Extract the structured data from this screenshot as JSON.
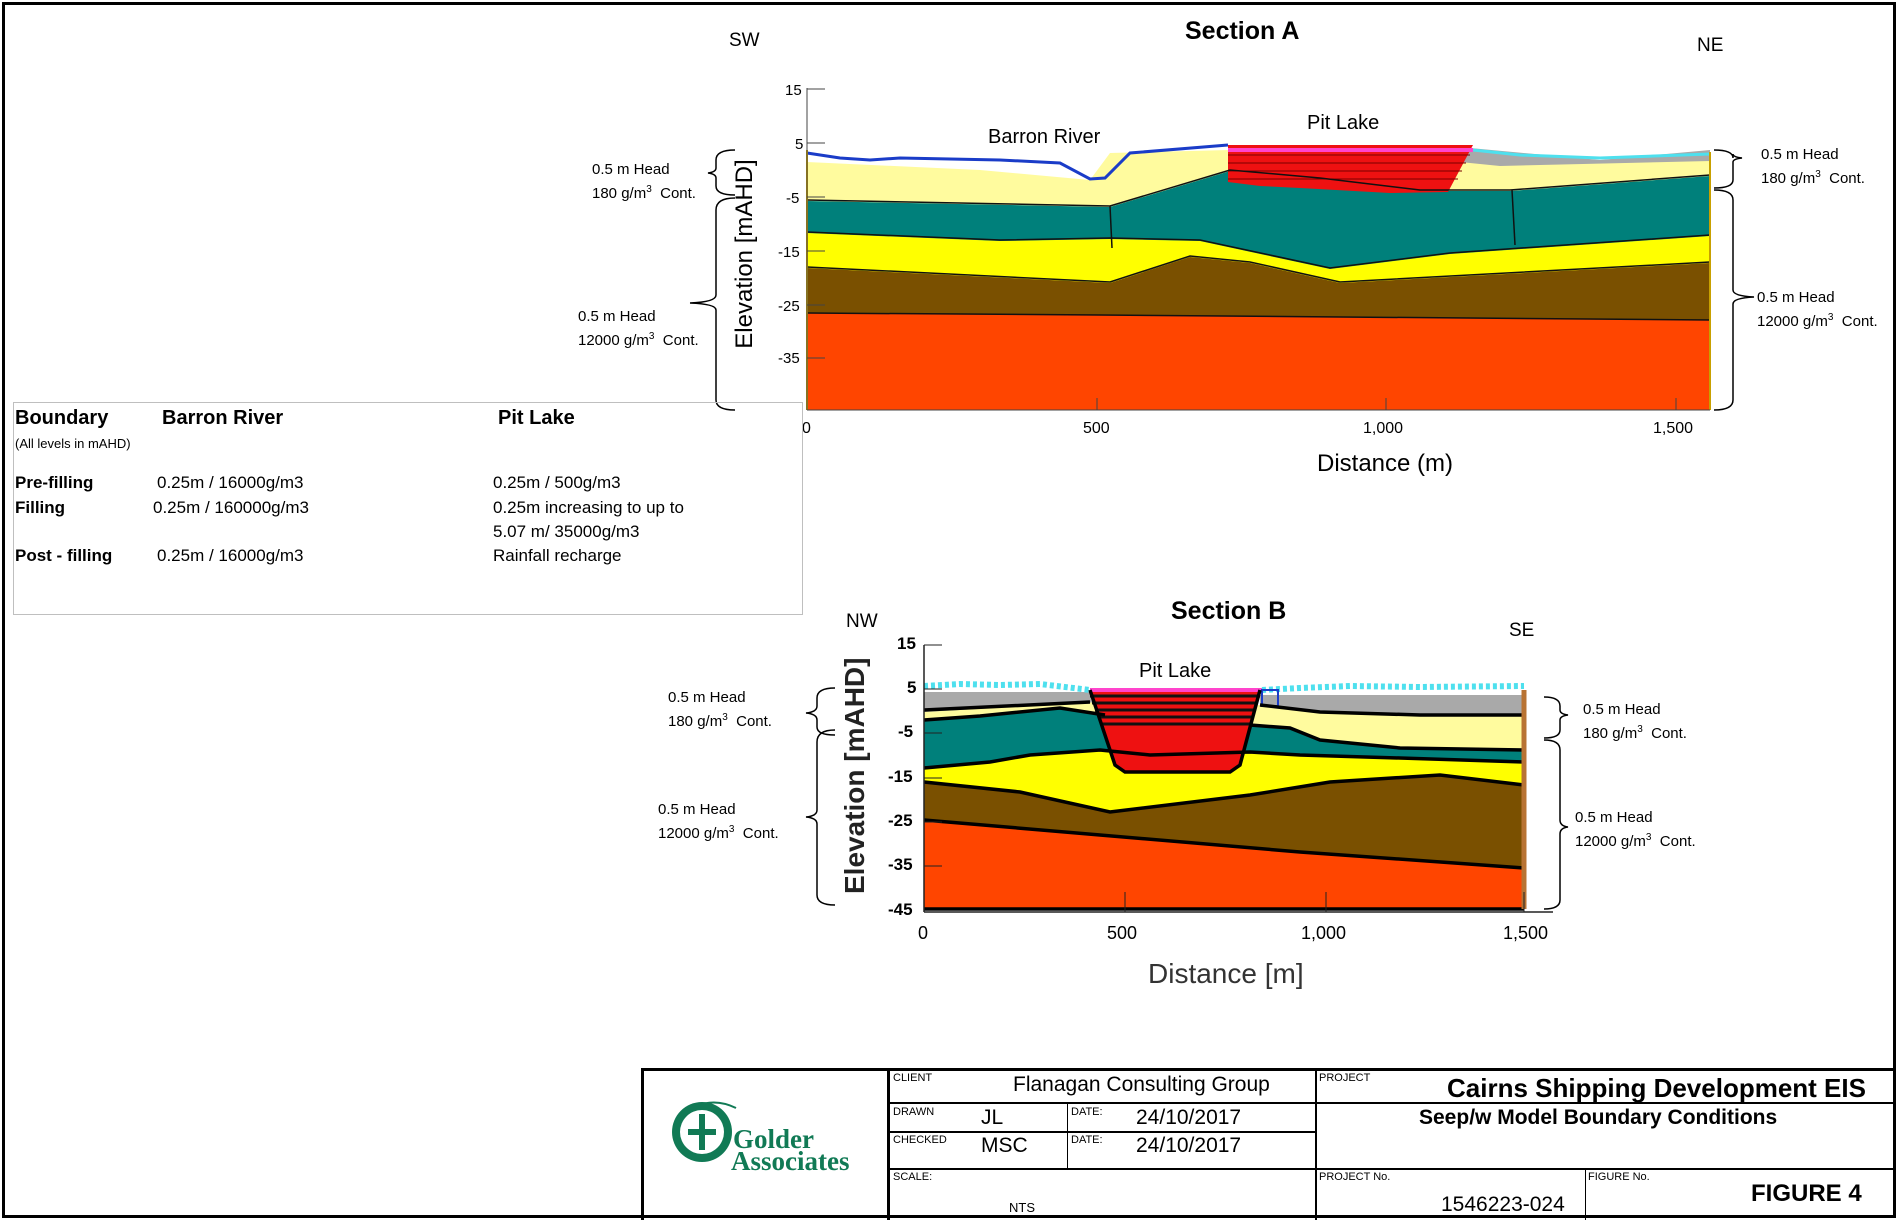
{
  "sections": [
    {
      "title": "Section A",
      "dir_left": "SW",
      "dir_right": "NE",
      "labels": [
        "Barron River",
        "Pit Lake"
      ],
      "ylabel": "Elevation [mAHD]",
      "xlabel": "Distance (m)",
      "yticks": [
        "15",
        "5",
        "-5",
        "-15",
        "-25",
        "-35"
      ],
      "xticks": [
        "0",
        "500",
        "1,000",
        "1,500"
      ],
      "ylim": [
        -45,
        15
      ],
      "xlim": [
        0,
        1560
      ]
    },
    {
      "title": "Section B",
      "dir_left": "NW",
      "dir_right": "SE",
      "labels": [
        "Pit Lake"
      ],
      "ylabel": "Elevation [mAHD]",
      "xlabel": "Distance [m]",
      "yticks": [
        "15",
        "5",
        "-5",
        "-15",
        "-25",
        "-35",
        "-45"
      ],
      "xticks": [
        "0",
        "500",
        "1,000",
        "1,500"
      ],
      "ylim": [
        -45,
        15
      ],
      "xlim": [
        0,
        1500
      ]
    }
  ],
  "bc_labels": {
    "shallow_head": "0.5 m Head",
    "shallow_conc": "180 g/m",
    "deep_head": "0.5 m Head",
    "deep_conc": "12000 g/m",
    "cube": "3",
    "cont": "Cont."
  },
  "table": {
    "col_boundary": "Boundary",
    "note": "(All levels in mAHD)",
    "col_barron": "Barron River",
    "col_pit": "Pit Lake",
    "rows": [
      {
        "label": "Pre-filling",
        "barron": "0.25m / 16000g/m3",
        "pit": "0.25m / 500g/m3"
      },
      {
        "label": "Filling",
        "barron": "0.25m / 160000g/m3",
        "pit": "0.25m increasing to up to",
        "pit2": "5.07 m/ 35000g/m3"
      },
      {
        "label": "Post - filling",
        "barron": "0.25m / 16000g/m3",
        "pit": "Rainfall recharge"
      }
    ]
  },
  "title_block": {
    "logo_line1": "Golder",
    "logo_line2": "Associates",
    "client_label": "CLIENT",
    "client": "Flanagan Consulting Group",
    "drawn_label": "DRAWN",
    "drawn": "JL",
    "checked_label": "CHECKED",
    "checked": "MSC",
    "date_label": "DATE:",
    "date_drawn": "24/10/2017",
    "date_checked": "24/10/2017",
    "scale_label": "SCALE:",
    "scale": "NTS",
    "project_label": "PROJECT",
    "project": "Cairns Shipping Development EIS",
    "subtitle": "Seep/w Model Boundary Conditions",
    "project_no_label": "PROJECT No.",
    "project_no": "1546223-024",
    "figure_no_label": "FIGURE No.",
    "figure_no": "FIGURE 4"
  },
  "colors": {
    "orange_layer": "#ff4500",
    "brown_layer": "#7a5000",
    "yellow_layer": "#ffff00",
    "teal_layer": "#00807b",
    "pale_yellow_layer": "#fffb9e",
    "grey_layer": "#a9a9a9",
    "pit_lake": "#ee1111",
    "water_surface": "#4ee0ee",
    "logo_green": "#117a55"
  }
}
